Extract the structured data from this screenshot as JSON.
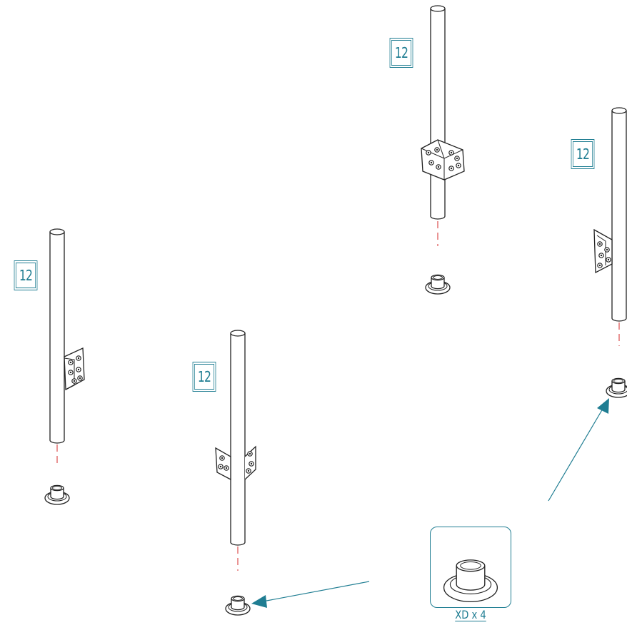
{
  "labels": {
    "post_front_left": "12",
    "post_front_mid": "12",
    "post_back_mid": "12",
    "post_back_right": "12"
  },
  "detail": {
    "caption": "XD x 4"
  },
  "colors": {
    "accent": "#1f7d92",
    "line": "#222222",
    "axis": "#d42a2a"
  }
}
